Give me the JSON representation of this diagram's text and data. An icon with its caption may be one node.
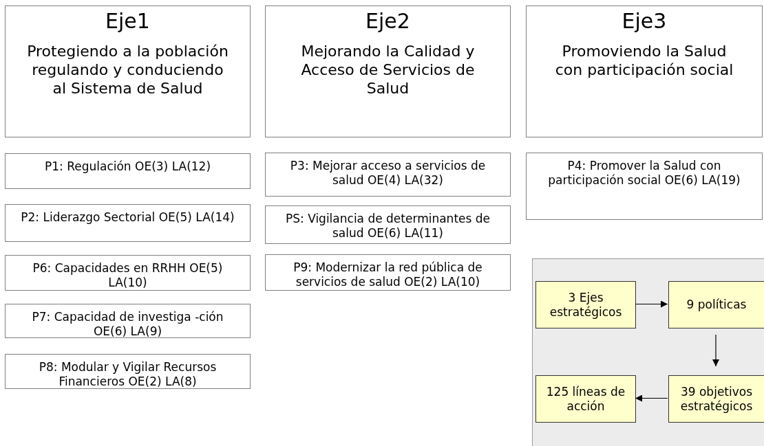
{
  "diagram": {
    "nodes": [
      {
        "text": [
          "Eje1",
          "Protegiendo a la población regulando y conduciendo al Sistema de Salud"
        ]
      },
      {
        "text": [
          "Eje2",
          "Mejorando la Calidad y Acceso de Servicios de Salud"
        ]
      },
      {
        "text": [
          "Eje3",
          "Promoviendo la Salud con participación social"
        ]
      },
      {
        "text": [
          "P1: Regulación OE(3) LA(12)"
        ]
      },
      {
        "text": [
          "P2: Liderazgo Sectorial OE(5) LA(14)"
        ]
      },
      {
        "text": [
          "P6: Capacidades en RRHH OE(5) LA(10)"
        ]
      },
      {
        "text": [
          "P7: Capacidad de investiga -ción OE(6) LA(9)"
        ]
      },
      {
        "text": [
          "P8: Modular y Vigilar Recursos Financieros OE(2) LA(8)"
        ]
      },
      {
        "text": [
          "P3: Mejorar acceso a servicios de salud OE(4) LA(32)"
        ]
      },
      {
        "text": [
          "PS: Vigilancia de determinantes de salud OE(6) LA(11)"
        ]
      },
      {
        "text": [
          "P9: Modernizar la red pública de servicios de salud OE(2) LA(10)"
        ]
      },
      {
        "text": [
          "P4: Promover la Salud con participación social OE(6) LA(19)"
        ]
      },
      {
        "text": [],
        "shape": "box"
      },
      {
        "text": [
          "3 Ejes estratégicos"
        ],
        "in": 12
      },
      {
        "text": [
          "9 políticas"
        ],
        "in": 12
      },
      {
        "text": [
          "125 líneas de acción"
        ],
        "in": 12
      },
      {
        "text": [
          "39 objetivos estratégicos"
        ],
        "in": 12
      }
    ],
    "edges": [
      {
        "from": 13,
        "to": 14,
        "arrow": "to"
      },
      {
        "from": 14,
        "to": 16,
        "arrow": "to"
      },
      {
        "from": 16,
        "to": 15,
        "arrow": "to"
      }
    ]
  }
}
